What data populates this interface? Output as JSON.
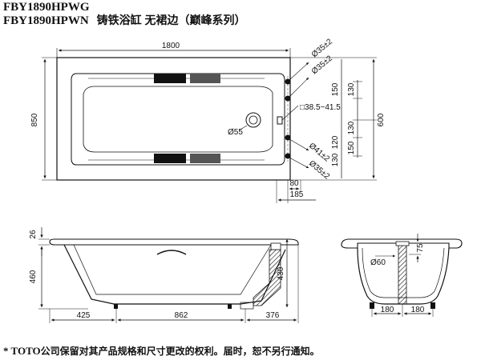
{
  "header": {
    "model_1": "FBY1890HPWG",
    "model_2": "FBY1890HPWN",
    "product_name": "铸铁浴缸 无裙边（巅峰系列）"
  },
  "top_view": {
    "length": "1800",
    "width": "850",
    "drain_label": "Ø55",
    "overflow_label": "□38.5~41.5",
    "hole_labels": [
      "Ø35±2",
      "Ø35±2",
      "Ø41±2",
      "Ø35±2"
    ],
    "right_dims": [
      "130",
      "150",
      "130",
      "120",
      "150",
      "130"
    ],
    "overall_right": "600",
    "bottom_dims": [
      "80",
      "185"
    ]
  },
  "side_view": {
    "rim_height": "26",
    "height": "460",
    "drain_height": "430",
    "bottom_dims": [
      "425",
      "862",
      "376"
    ]
  },
  "end_view": {
    "drain_label": "Ø60",
    "offset": "75",
    "bottom_dims": [
      "180",
      "180"
    ]
  },
  "footer": {
    "brand": "* TOTO",
    "text": "公司保留对其产品规格和尺寸更改的权利。届时，恕不另行通知。"
  }
}
